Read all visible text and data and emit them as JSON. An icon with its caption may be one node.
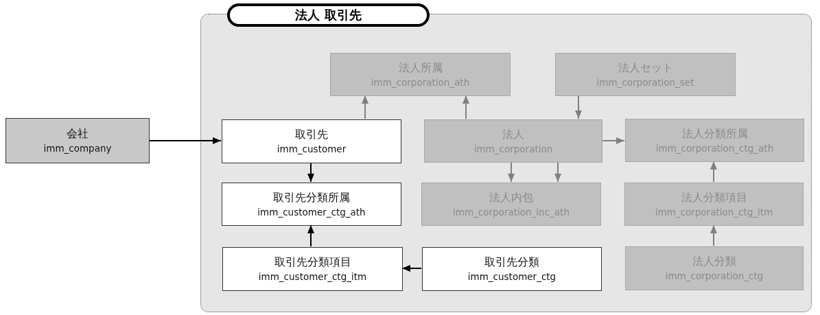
{
  "diagram": {
    "nodes": [
      {
        "text": [
          "法人 取引先"
        ]
      },
      {
        "text": [
          "会社",
          "imm_company"
        ]
      },
      {
        "text": [
          "取引先",
          "imm_customer"
        ],
        "in": 0
      },
      {
        "text": [
          "法人所属",
          "imm_corporation_ath"
        ],
        "in": 0
      },
      {
        "text": [
          "法人セット",
          "imm_corporation_set"
        ],
        "in": 0
      },
      {
        "text": [
          "法人",
          "imm_corporation"
        ],
        "in": 0
      },
      {
        "text": [
          "法人分類所属",
          "imm_corporation_ctg_ath"
        ],
        "in": 0
      },
      {
        "text": [
          "取引先分類所属",
          "imm_customer_ctg_ath"
        ],
        "in": 0
      },
      {
        "text": [
          "法人内包",
          "imm_corporation_inc_ath"
        ],
        "in": 0
      },
      {
        "text": [
          "法人分類項目",
          "imm_corporation_ctg_itm"
        ],
        "in": 0
      },
      {
        "text": [
          "取引先分類項目",
          "imm_customer_ctg_itm"
        ],
        "in": 0
      },
      {
        "text": [
          "取引先分類",
          "imm_customer_ctg"
        ],
        "in": 0
      },
      {
        "text": [
          "法人分類",
          "imm_corporation_ctg"
        ],
        "in": 0
      }
    ],
    "edges": [
      {
        "from": 1,
        "to": 2,
        "arrow": "to",
        "color": "#000000"
      },
      {
        "from": 2,
        "to": 3,
        "arrow": "to"
      },
      {
        "from": 5,
        "to": 3,
        "arrow": "to"
      },
      {
        "from": 4,
        "to": 5,
        "arrow": "to"
      },
      {
        "from": 5,
        "to": 6,
        "arrow": "to"
      },
      {
        "from": 5,
        "to": 8,
        "arrow": "to"
      },
      {
        "from": 5,
        "to": 8,
        "arrow": "to"
      },
      {
        "from": 2,
        "to": 7,
        "arrow": "to",
        "color": "#000000"
      },
      {
        "from": 10,
        "to": 7,
        "arrow": "to",
        "color": "#000000"
      },
      {
        "from": 11,
        "to": 10,
        "arrow": "to",
        "color": "#000000"
      },
      {
        "from": 9,
        "to": 6,
        "arrow": "to"
      },
      {
        "from": 12,
        "to": 9,
        "arrow": "to"
      }
    ]
  }
}
